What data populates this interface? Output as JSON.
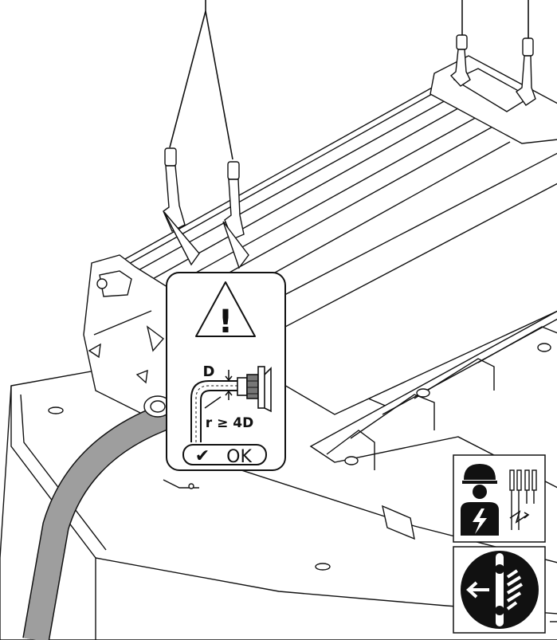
{
  "callout": {
    "warning_symbol": "!",
    "label_diameter": "D",
    "label_radius": "r ≥ 4D",
    "check_glyph": "✔",
    "ok_text": "OK"
  },
  "icons": {
    "warning": "warning-triangle-icon",
    "electrician": "qualified-electrician-icon",
    "disconnect": "disconnect-power-icon"
  },
  "colors": {
    "line": "#111111",
    "cable": "#9e9e9e",
    "panel": "#ffffff",
    "icon_fill": "#111111"
  }
}
